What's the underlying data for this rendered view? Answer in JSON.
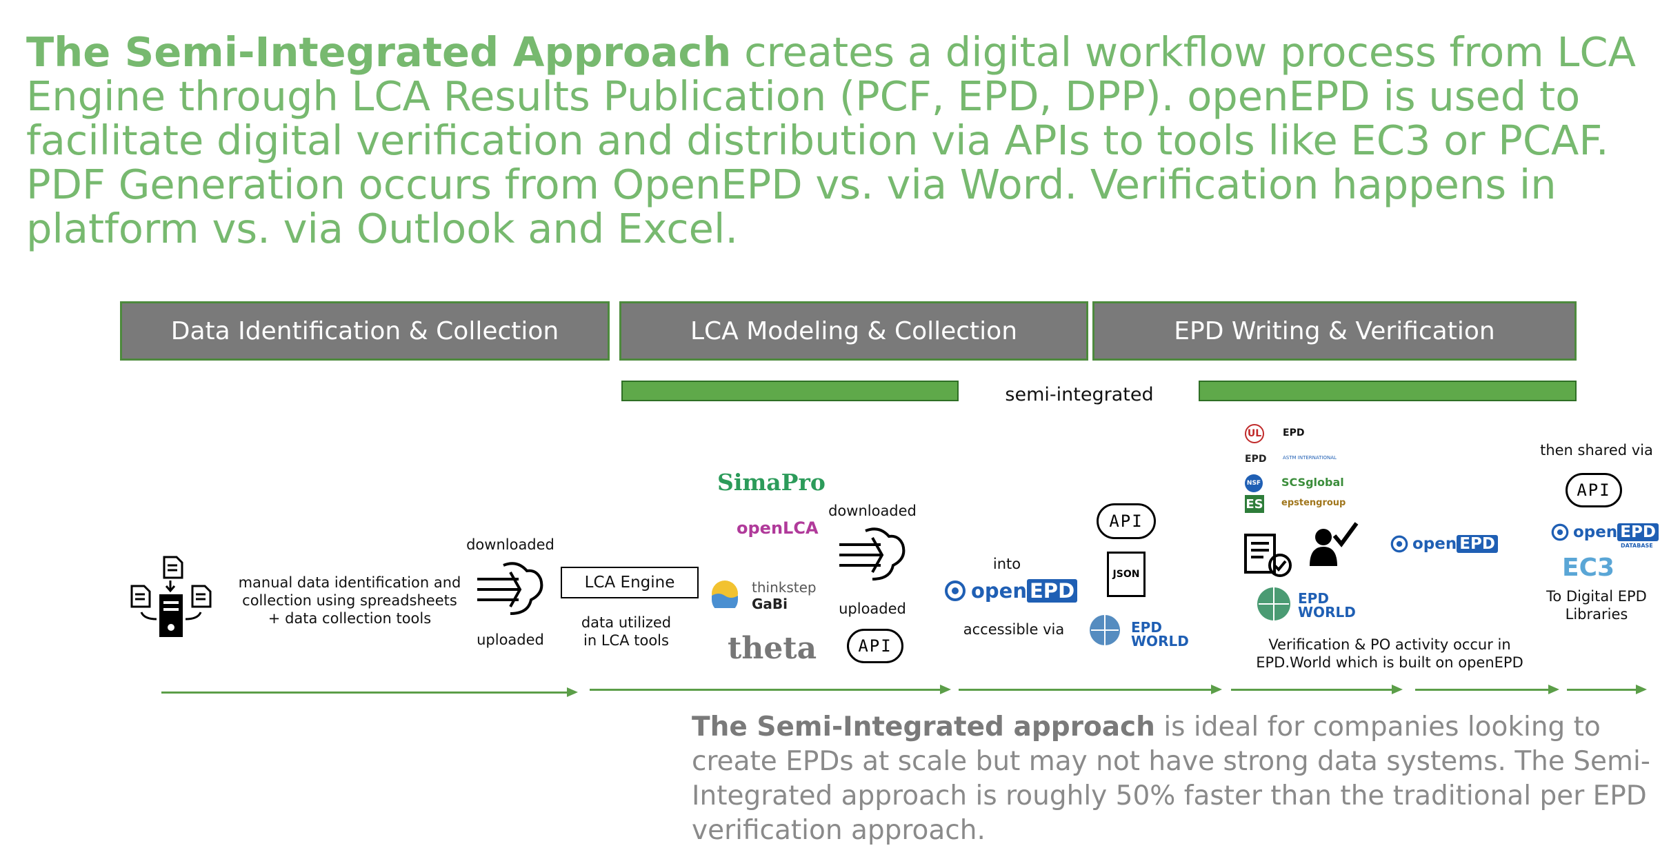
{
  "headline": {
    "bold": "The Semi-Integrated Approach",
    "rest": " creates a digital workflow process from LCA Engine through LCA Results Publication (PCF, EPD, DPP).  openEPD is used to facilitate digital verification and distribution via APIs to tools like EC3 or PCAF. PDF Generation occurs from OpenEPD vs. via Word. Verification happens in platform vs. via Outlook and Excel."
  },
  "stages": [
    "Data Identification & Collection",
    "LCA Modeling & Collection",
    "EPD Writing & Verification"
  ],
  "semi_label": "semi-integrated",
  "flow": {
    "manual": "manual data identification and collection using spreadsheets + data collection tools",
    "downloaded": "downloaded",
    "uploaded": "uploaded",
    "lca_engine": "LCA Engine",
    "data_utilized": "data utilized in LCA tools",
    "into": "into",
    "accessible_via": "accessible via",
    "verification_note": "Verification & PO activity occur in EPD.World which is built on openEPD",
    "then_shared": "then shared via",
    "to_libraries": "To Digital EPD Libraries"
  },
  "logos": {
    "simapro": "SimaPro",
    "openlca": "openLCA",
    "thinkstep": "thinkstep",
    "gabi": "GaBi",
    "theta": "theta",
    "api": "API",
    "json": "JSON",
    "open": "open",
    "epd": "EPD",
    "epd_world_top": "EPD",
    "epd_world_bottom": "WORLD",
    "ec3": "EC3",
    "database": "DATABASE",
    "ul": "UL",
    "nsf": "NSF",
    "es": "ES",
    "scs": "SCSglobal",
    "astm": "ASTM INTERNATIONAL",
    "epsten": "epstengroup"
  },
  "bottom": {
    "bold": "The Semi-Integrated approach",
    "rest": " is ideal for companies looking to create EPDs at scale but may not have strong data systems. The Semi-Integrated approach is roughly 50% faster than the traditional per EPD verification approach."
  },
  "colors": {
    "green": "#77b96f",
    "bar_green": "#5fa94a",
    "stage_gray": "#7a7a7a",
    "epd_blue": "#1f5fb4"
  }
}
